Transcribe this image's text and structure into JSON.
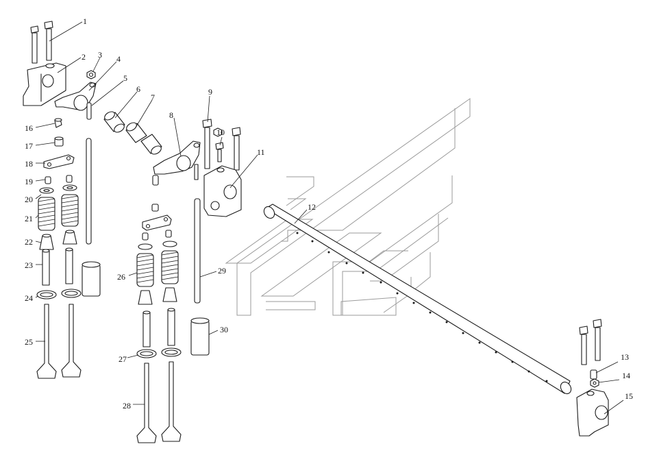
{
  "callouts": [
    {
      "id": "1",
      "label": "1"
    },
    {
      "id": "2",
      "label": "2"
    },
    {
      "id": "3",
      "label": "3"
    },
    {
      "id": "4",
      "label": "4"
    },
    {
      "id": "5",
      "label": "5"
    },
    {
      "id": "6",
      "label": "6"
    },
    {
      "id": "7",
      "label": "7"
    },
    {
      "id": "8",
      "label": "8"
    },
    {
      "id": "9",
      "label": "9"
    },
    {
      "id": "10",
      "label": "10"
    },
    {
      "id": "11",
      "label": "11"
    },
    {
      "id": "12",
      "label": "12"
    },
    {
      "id": "13",
      "label": "13"
    },
    {
      "id": "14",
      "label": "14"
    },
    {
      "id": "15",
      "label": "15"
    },
    {
      "id": "16",
      "label": "16"
    },
    {
      "id": "17",
      "label": "17"
    },
    {
      "id": "18",
      "label": "18"
    },
    {
      "id": "19",
      "label": "19"
    },
    {
      "id": "20",
      "label": "20"
    },
    {
      "id": "21",
      "label": "21"
    },
    {
      "id": "22",
      "label": "22"
    },
    {
      "id": "23",
      "label": "23"
    },
    {
      "id": "24",
      "label": "24"
    },
    {
      "id": "25",
      "label": "25"
    },
    {
      "id": "26",
      "label": "26"
    },
    {
      "id": "27",
      "label": "27"
    },
    {
      "id": "28",
      "label": "28"
    },
    {
      "id": "29",
      "label": "29"
    },
    {
      "id": "30",
      "label": "30"
    }
  ],
  "colors": {
    "ink": "#1a1a1a",
    "watermark": "#9a9a9a",
    "background": "#ffffff"
  }
}
